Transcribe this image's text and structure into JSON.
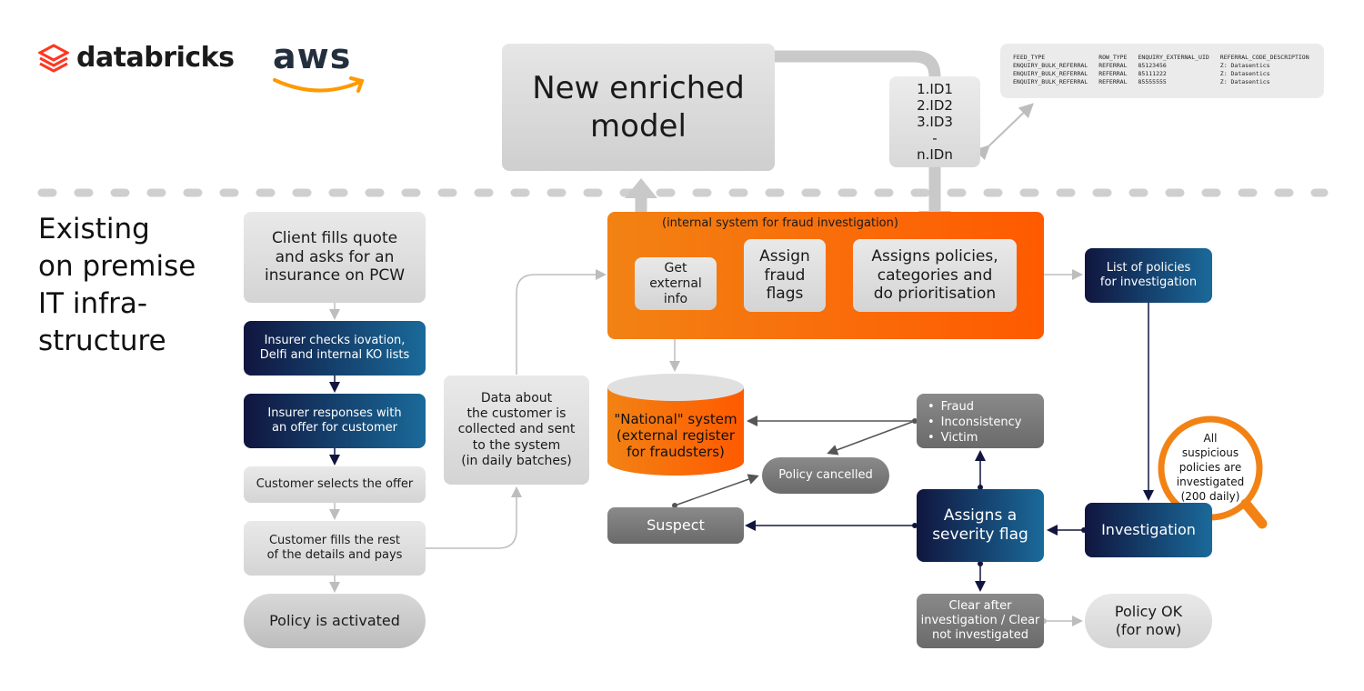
{
  "logos": {
    "databricks": "databricks",
    "aws": "aws"
  },
  "side_title": "Existing\non premise\nIT infra-\nstructure",
  "model_box": "New enriched\nmodel",
  "id_list": [
    "1.ID1",
    "2.ID2",
    "3.ID3",
    "-",
    "n.IDn"
  ],
  "feed_table": {
    "headers": [
      "FEED_TYPE",
      "ROW_TYPE",
      "ENQUIRY_EXTERNAL_UID",
      "REFERRAL_CODE_DESCRIPTION"
    ],
    "rows": [
      [
        "ENQUIRY_BULK_REFERRAL",
        "REFERRAL",
        "85123456",
        "Z: Datasentics"
      ],
      [
        "ENQUIRY_BULK_REFERRAL",
        "REFERRAL",
        "85111222",
        "Z: Datasentics"
      ],
      [
        "ENQUIRY_BULK_REFERRAL",
        "REFERRAL",
        "85555555",
        "Z: Datasentics"
      ]
    ]
  },
  "process": {
    "client_fills": "Client fills quote\nand asks for an\ninsurance on PCW",
    "insurer_checks": "Insurer checks iovation,\nDelfi and internal KO lists",
    "insurer_responds": "Insurer responses with\nan offer for customer",
    "customer_selects": "Customer selects the offer",
    "customer_fills": "Customer fills the rest\nof the details and pays",
    "policy_activated": "Policy is activated",
    "data_collected": "Data about\nthe customer is\ncollected and sent\nto the system\n(in daily batches)"
  },
  "fraud_system": {
    "title": "(internal system for fraud investigation)",
    "get_external": "Get\nexternal\ninfo",
    "assign_flags": "Assign\nfraud\nflags",
    "assigns_policies": "Assigns policies,\ncategories and\ndo prioritisation"
  },
  "list_of_policies": "List of policies\nfor investigation",
  "national_system": "\"National\" system\n(external register\nfor fraudsters)",
  "fraud_types": [
    "Fraud",
    "Inconsistency",
    "Victim"
  ],
  "policy_cancelled": "Policy cancelled",
  "suspect": "Suspect",
  "severity_flag": "Assigns a\nseverity flag",
  "investigation": "Investigation",
  "investigation_note": "All\nsuspicious\npolicies are\ninvestigated\n(200 daily)",
  "clear_after": "Clear after\ninvestigation / Clear\nnot investigated",
  "policy_ok": "Policy OK\n(for now)",
  "colors": {
    "orange": "#ff6a00",
    "navy": "#10163f",
    "teal": "#1a6a9a",
    "grey": "#d9d9d9",
    "dark_grey": "#737373"
  }
}
